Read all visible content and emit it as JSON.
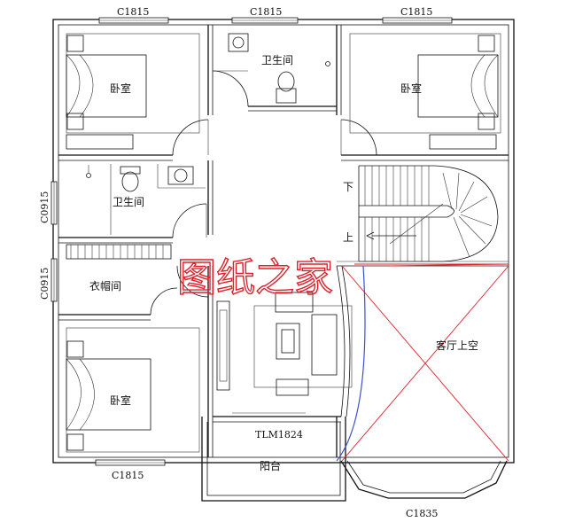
{
  "watermark": "图纸之家",
  "windows": {
    "top_left": "C1815",
    "top_center": "C1815",
    "top_right": "C1815",
    "left_upper": "C0915",
    "left_lower": "C0915",
    "bottom_left": "C1815",
    "bottom_right": "C1835",
    "balcony_door": "TLM1824"
  },
  "rooms": {
    "bedroom_top_left": "卧室",
    "bathroom_top": "卫生间",
    "bedroom_top_right": "卧室",
    "bathroom_left": "卫生间",
    "wardrobe": "衣帽间",
    "bedroom_bottom_left": "卧室",
    "living_void": "客厅上空",
    "balcony": "阳台"
  },
  "stairs": {
    "down": "下",
    "up": "上"
  },
  "colors": {
    "watermark": "#e0202a",
    "line": "#111111",
    "accent_blue": "#3a4fd0"
  }
}
